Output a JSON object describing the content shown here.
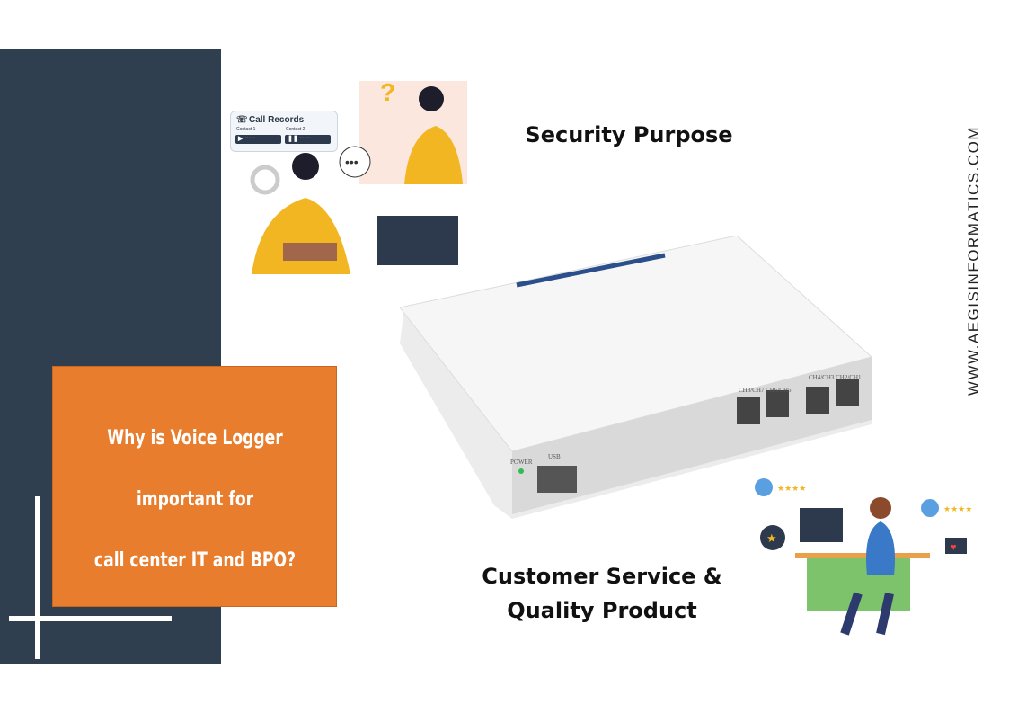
{
  "main": {
    "question": "Why is Voice Logger important for call center IT and BPO?",
    "question_lines": [
      "Why is Voice Logger",
      "important for",
      "call center IT and BPO?"
    ],
    "heading_security": "Security Purpose",
    "heading_customer_lines": [
      "Customer Service &",
      "Quality Product"
    ],
    "website": "WWW.AEGISINFORMATICS.COM"
  },
  "illustration": {
    "call_records_title": "Call Records",
    "contact_1": "Contact 1",
    "contact_2": "Contact 2"
  },
  "device": {
    "power_label": "POWER",
    "usb_label": "USB",
    "port_labels": [
      "CH8/CH7 CH6/CH5",
      "CH4/CH3 CH2/CH1"
    ]
  },
  "colors": {
    "panel": "#2f3f50",
    "accent": "#e97d2e"
  }
}
